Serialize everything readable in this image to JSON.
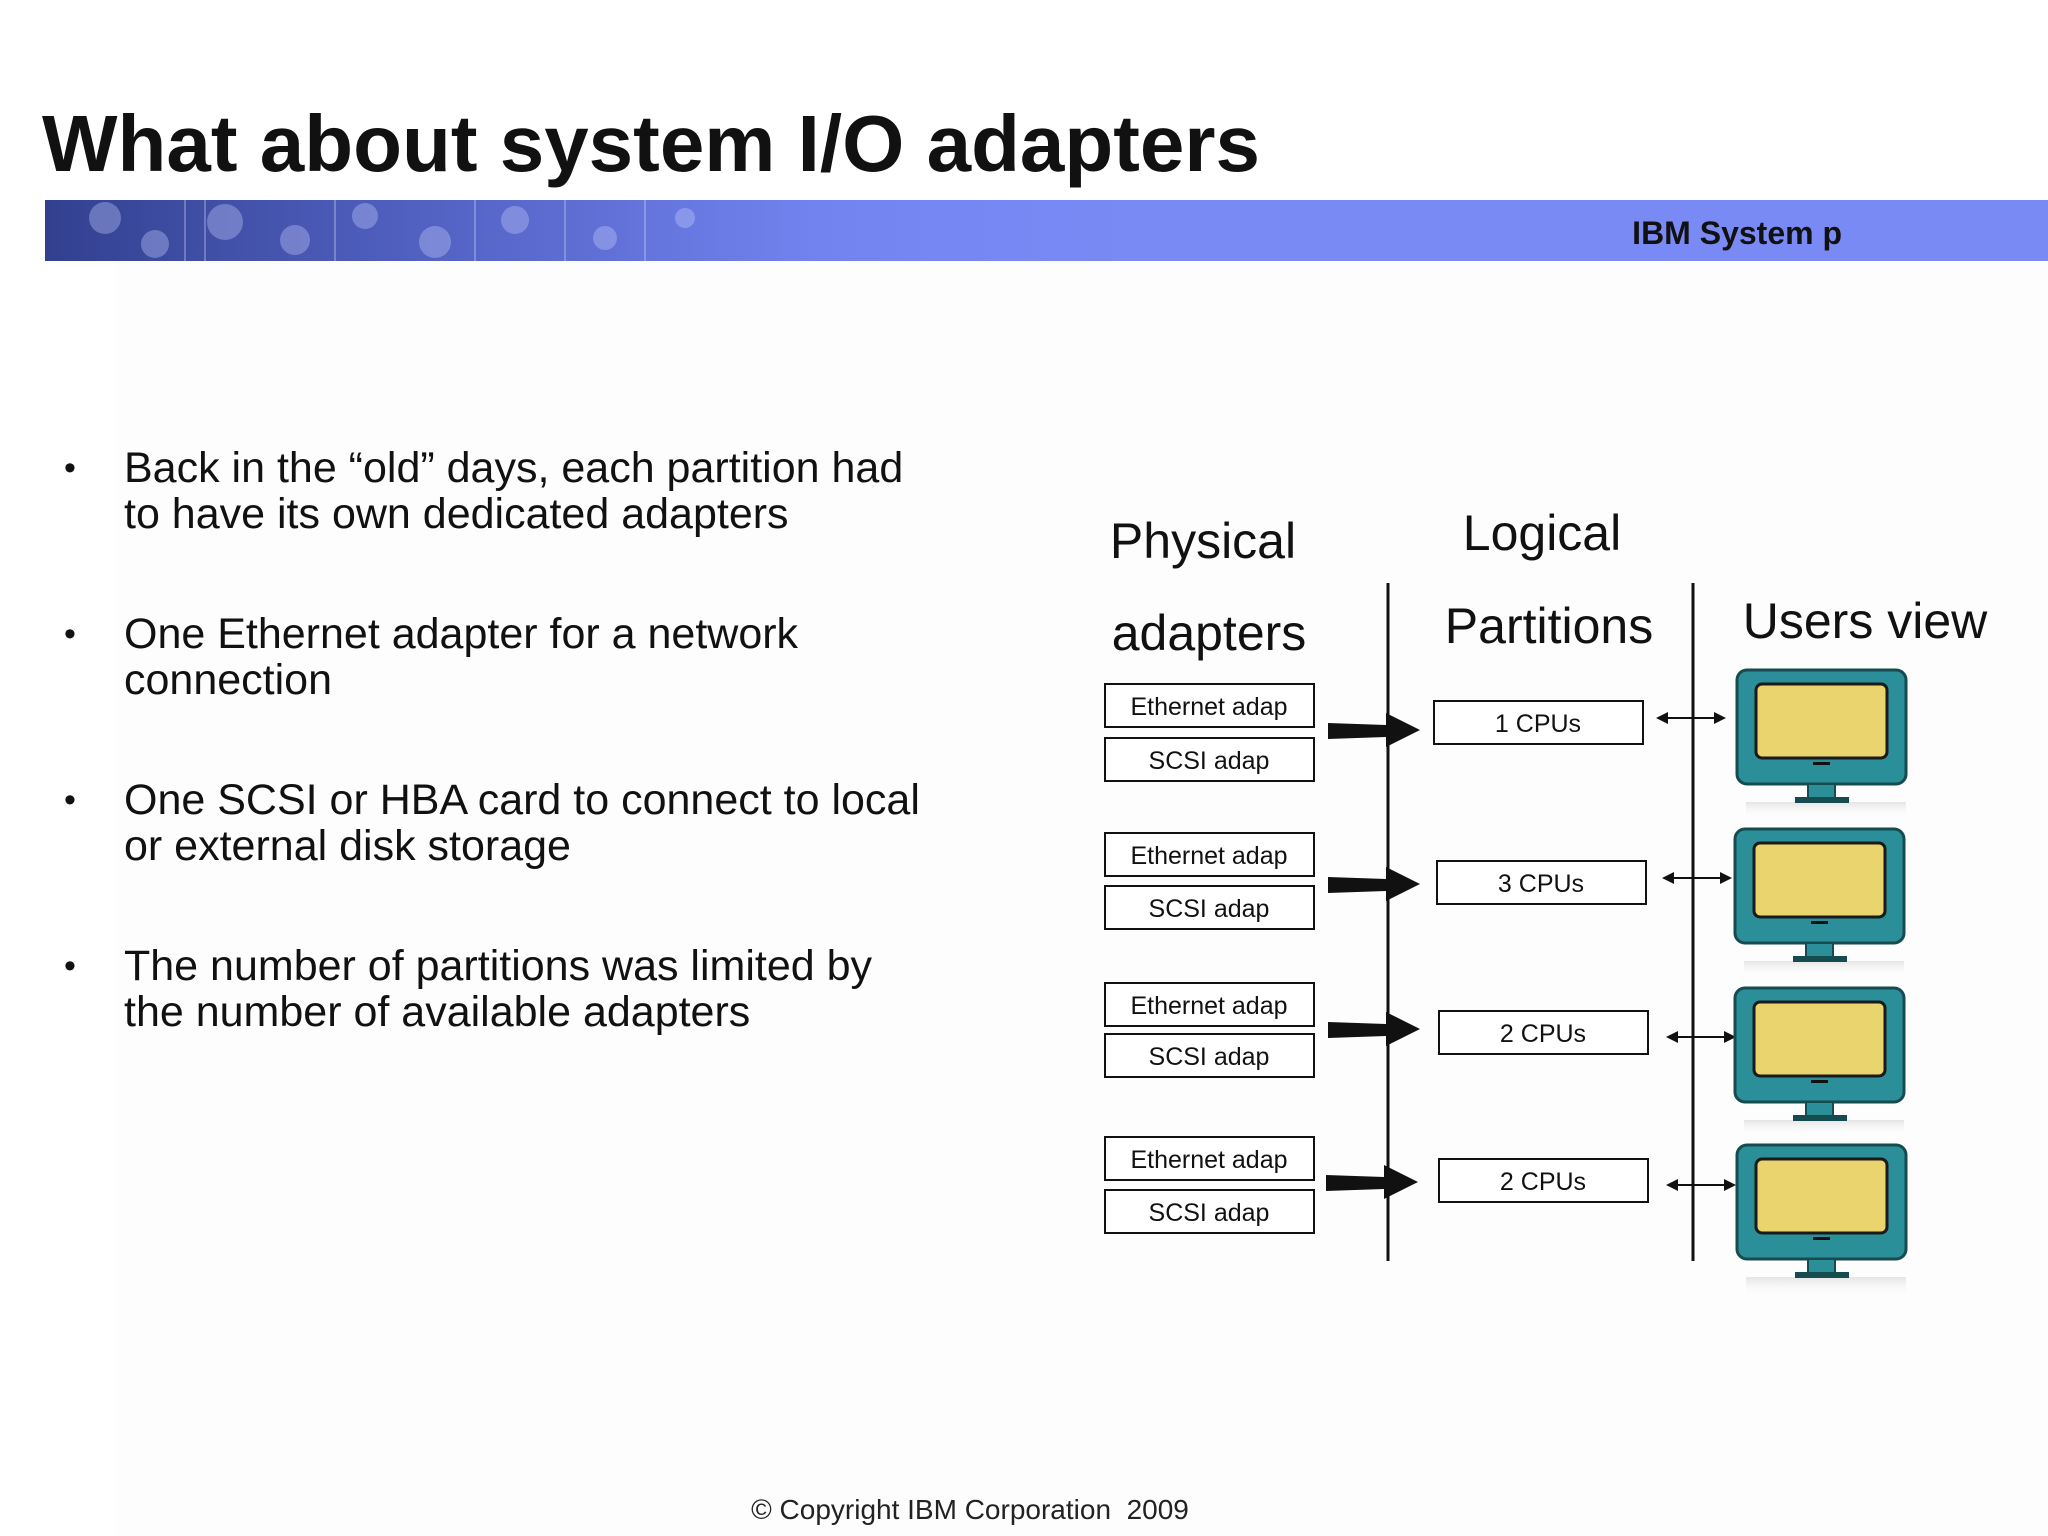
{
  "slide": {
    "title": "What about system I/O adapters",
    "brand": "IBM System p",
    "footer": "© Copyright IBM Corporation  2009"
  },
  "bullets": [
    {
      "line1": "Back in the “old” days, each partition had",
      "line2": "to have its own dedicated adapters"
    },
    {
      "line1": "One Ethernet adapter for a network",
      "line2": "connection"
    },
    {
      "line1": "One SCSI or HBA card to connect to local",
      "line2": "or external disk storage"
    },
    {
      "line1": "The number of partitions was limited by",
      "line2": "the number of available adapters"
    }
  ],
  "diagram": {
    "headers": {
      "physical_line1": "Physical",
      "physical_line2": "adapters",
      "logical_line1": "Logical",
      "logical_line2": "Partitions",
      "users": "Users view"
    },
    "groups": [
      {
        "ethernet": "Ethernet adap",
        "scsi": "SCSI adap",
        "partition": "1 CPUs"
      },
      {
        "ethernet": "Ethernet adap",
        "scsi": "SCSI adap",
        "partition": "3 CPUs"
      },
      {
        "ethernet": "Ethernet adap",
        "scsi": "SCSI adap",
        "partition": "2 CPUs"
      },
      {
        "ethernet": "Ethernet adap",
        "scsi": "SCSI adap",
        "partition": "2 CPUs"
      }
    ],
    "monitor_icon": "monitor-icon"
  },
  "colors": {
    "banner": "#7a8af5",
    "monitor_frame": "#2a8f98",
    "monitor_screen": "#e9d46e"
  }
}
